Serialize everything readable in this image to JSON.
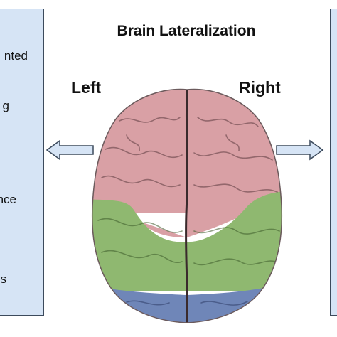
{
  "title": "Brain Lateralization",
  "labels": {
    "left": "Left",
    "right": "Right"
  },
  "left_panel": {
    "fragments": [
      "nted",
      "g",
      "nce",
      "s"
    ]
  },
  "colors": {
    "panel_fill": "#d6e4f5",
    "panel_border": "#3c4a5c",
    "frontal_pink": "#d9a0a5",
    "parietal_green": "#8fb870",
    "occipital_blue": "#6f86b8"
  },
  "icons": [
    "arrow-left-icon",
    "arrow-right-icon",
    "brain-illustration"
  ]
}
